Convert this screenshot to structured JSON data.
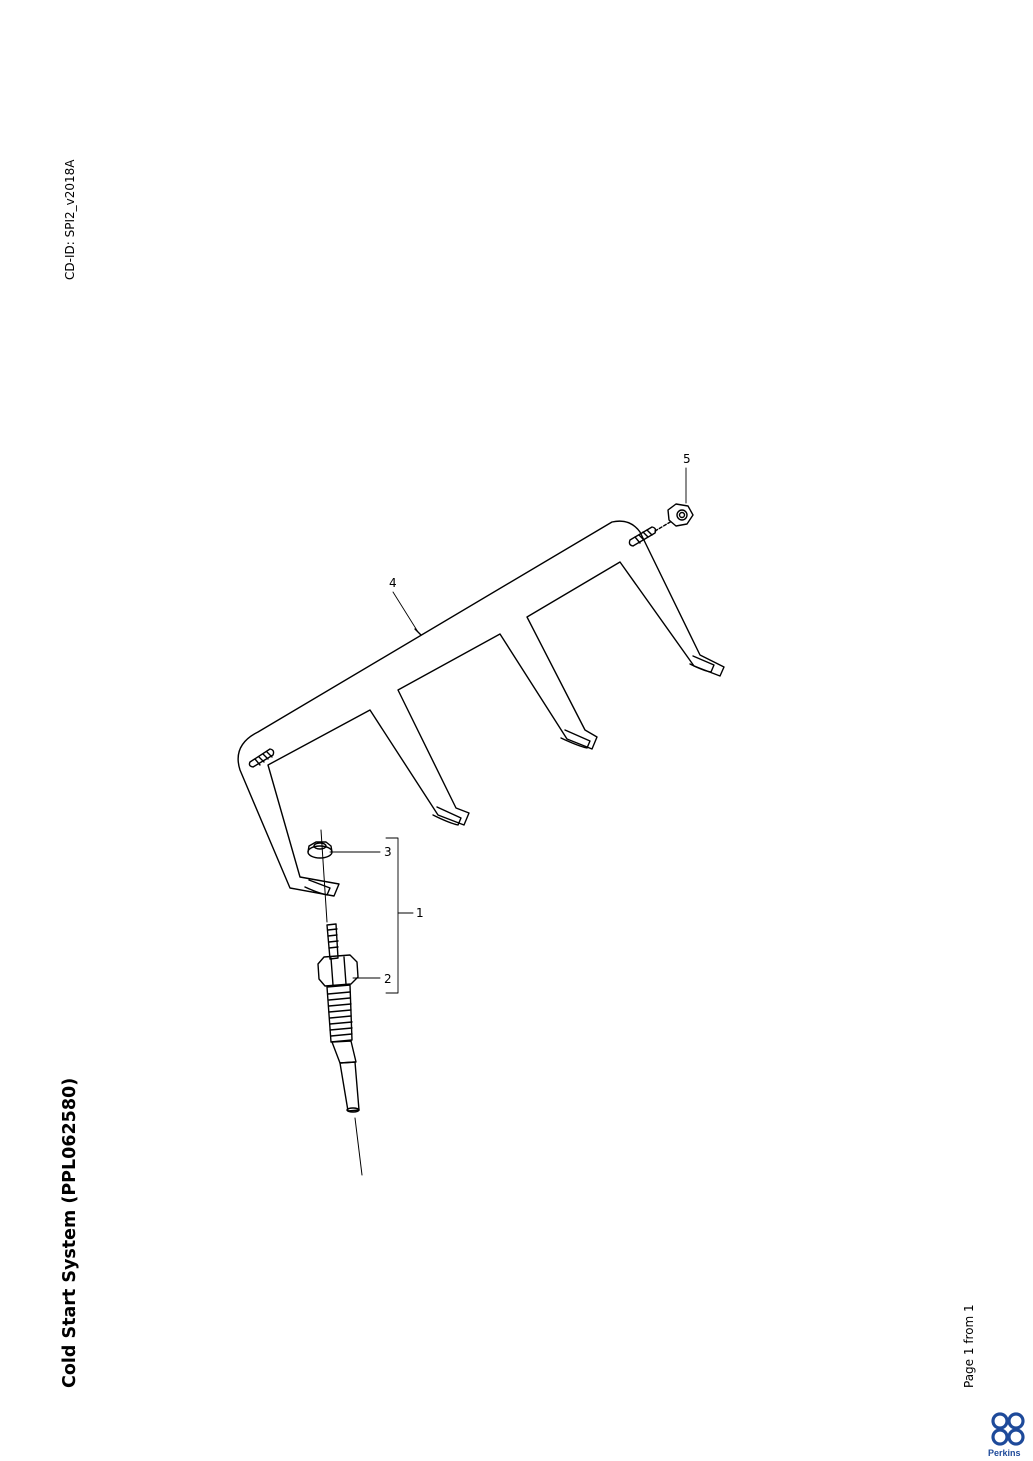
{
  "document": {
    "cd_id": "CD-ID: SPI2_v2018A",
    "title": "Cold Start System (PPL062580)",
    "page": "Page 1 from 1"
  },
  "diagram": {
    "callouts": [
      "1",
      "2",
      "3",
      "4",
      "5"
    ]
  },
  "brand": {
    "name": "Perkins",
    "color": "#1e4a9a",
    "logo_icon": "perkins-logo-icon"
  }
}
